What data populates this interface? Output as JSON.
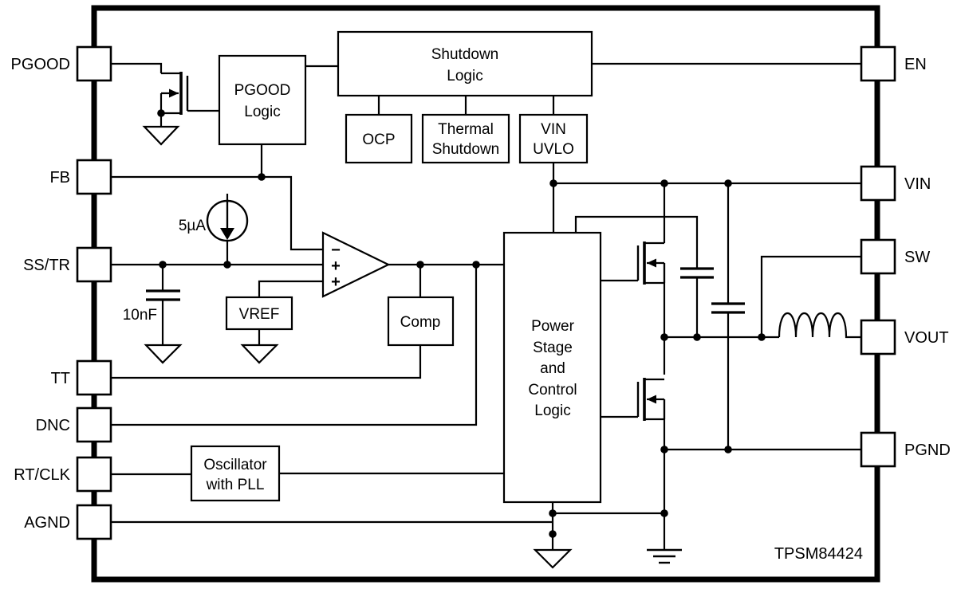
{
  "part_label": "TPSM84424",
  "pins": {
    "left": [
      "PGOOD",
      "FB",
      "SS/TR",
      "TT",
      "DNC",
      "RT/CLK",
      "AGND"
    ],
    "right": [
      "EN",
      "VIN",
      "SW",
      "VOUT",
      "PGND"
    ]
  },
  "blocks": {
    "shutdown_logic": {
      "lines": [
        "Shutdown",
        "Logic"
      ]
    },
    "ocp": {
      "lines": [
        "OCP"
      ]
    },
    "thermal_shutdown": {
      "lines": [
        "Thermal",
        "Shutdown"
      ]
    },
    "vin_uvlo": {
      "lines": [
        "VIN",
        "UVLO"
      ]
    },
    "pgood_logic": {
      "lines": [
        "PGOOD",
        "Logic"
      ]
    },
    "vref": {
      "lines": [
        "VREF"
      ]
    },
    "comp": {
      "lines": [
        "Comp"
      ]
    },
    "power_stage": {
      "lines": [
        "Power",
        "Stage",
        "and",
        "Control",
        "Logic"
      ]
    },
    "oscillator": {
      "lines": [
        "Oscillator",
        "with PLL"
      ]
    }
  },
  "labels": {
    "current_source": "5µA",
    "soft_start_cap": "10nF",
    "amp_minus": "−",
    "amp_plus_mid": "+",
    "amp_plus_bot": "+"
  },
  "colors": {
    "stroke": "#000000",
    "text": "#000000",
    "background": "#ffffff"
  }
}
